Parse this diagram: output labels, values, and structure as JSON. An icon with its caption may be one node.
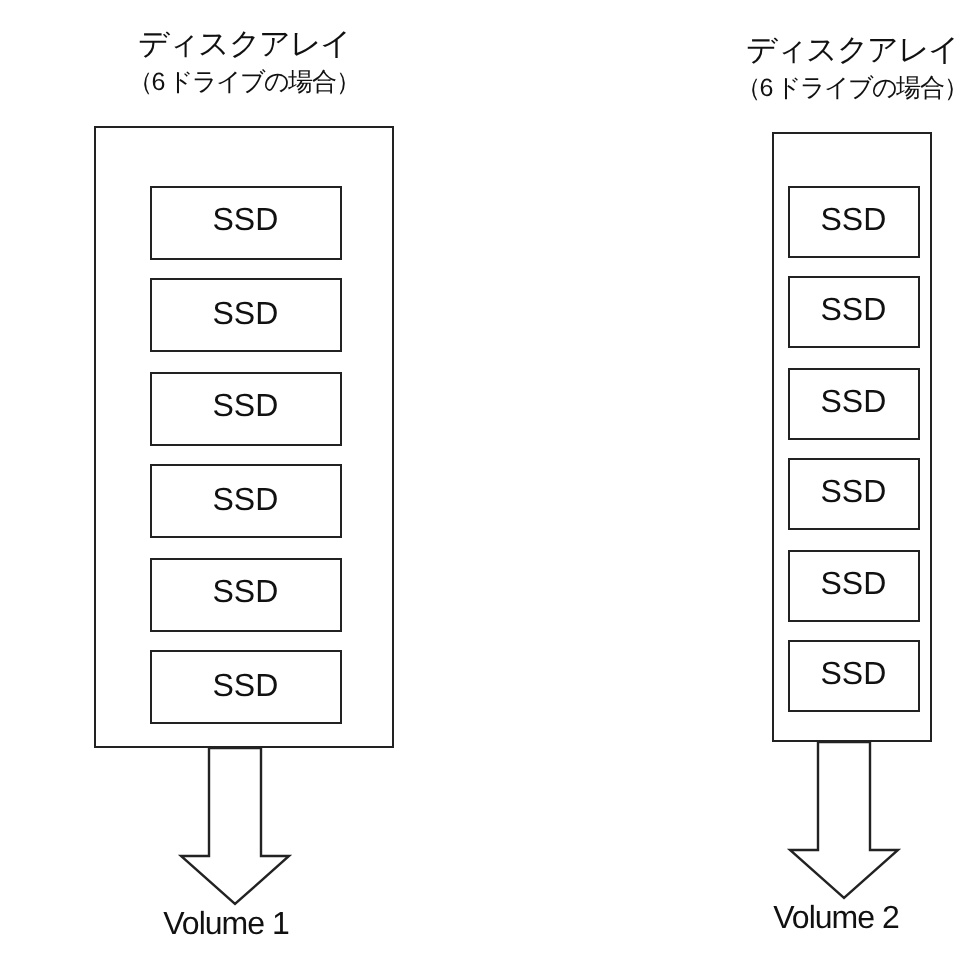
{
  "diagram": {
    "nodes": [
      {
        "text": [
          "ディスクアレイ",
          "（6 ドライブの場合）"
        ]
      },
      {
        "text": [
          "SSD"
        ],
        "in": 0
      },
      {
        "text": [
          "SSD"
        ],
        "in": 0
      },
      {
        "text": [
          "SSD"
        ],
        "in": 0
      },
      {
        "text": [
          "SSD"
        ],
        "in": 0
      },
      {
        "text": [
          "SSD"
        ],
        "in": 0
      },
      {
        "text": [
          "SSD"
        ],
        "in": 0
      },
      {
        "text": [
          "ディスクアレイ",
          "（6 ドライブの場合）"
        ]
      },
      {
        "text": [
          "SSD"
        ],
        "in": 7
      },
      {
        "text": [
          "SSD"
        ],
        "in": 7
      },
      {
        "text": [
          "SSD"
        ],
        "in": 7
      },
      {
        "text": [
          "SSD"
        ],
        "in": 7
      },
      {
        "text": [
          "SSD"
        ],
        "in": 7
      },
      {
        "text": [
          "SSD"
        ],
        "in": 7
      },
      {
        "text": [
          "Volume 1"
        ]
      },
      {
        "text": [
          "Volume 2"
        ]
      }
    ],
    "edges": [
      {
        "from": 0,
        "to": 14,
        "arrow": "to"
      },
      {
        "from": 7,
        "to": 15,
        "arrow": "to"
      }
    ]
  }
}
